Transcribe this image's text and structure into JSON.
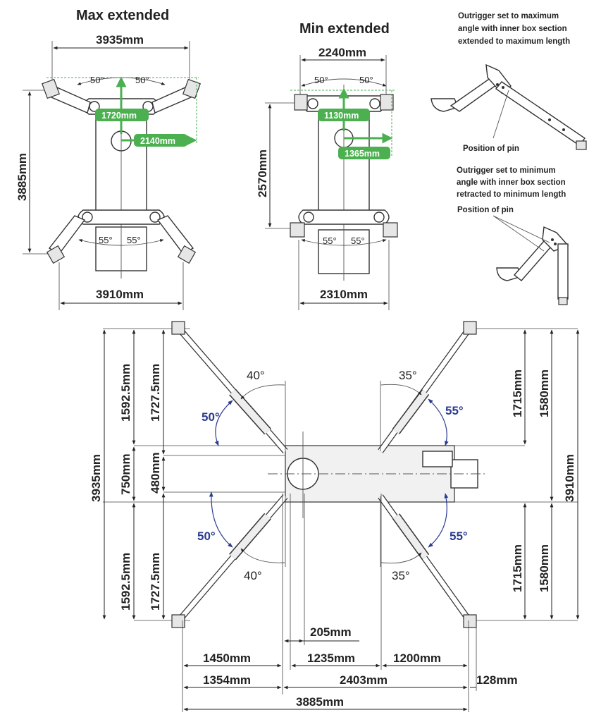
{
  "views": {
    "max_extended": {
      "title": "Max extended",
      "width_top": "3935mm",
      "width_bottom": "3910mm",
      "height": "3885mm",
      "angle_top_left": "50°",
      "angle_top_right": "50°",
      "angle_bottom_left": "55°",
      "angle_bottom_right": "55°",
      "badge_vertical": "1720mm",
      "badge_horizontal": "2140mm"
    },
    "min_extended": {
      "title": "Min extended",
      "width_top": "2240mm",
      "width_bottom": "2310mm",
      "height": "2570mm",
      "angle_top_left": "50°",
      "angle_top_right": "50°",
      "angle_bottom_left": "55°",
      "angle_bottom_right": "55°",
      "badge_vertical": "1130mm",
      "badge_horizontal": "1365mm"
    }
  },
  "notes": {
    "max_outrigger_line1": "Outrigger set to maximum",
    "max_outrigger_line2": "angle with inner box section",
    "max_outrigger_line3": "extended to maximum length",
    "max_pin_label": "Position of pin",
    "min_outrigger_line1": "Outrigger set to minimum",
    "min_outrigger_line2": "angle with inner box section",
    "min_outrigger_line3": "retracted to minimum length",
    "min_pin_label": "Position of pin"
  },
  "plan": {
    "left_heights": [
      "1592.5mm",
      "1727.5mm",
      "750mm",
      "480mm",
      "1592.5mm",
      "1727.5mm"
    ],
    "left_total": "3935mm",
    "right_heights": [
      "1715mm",
      "1580mm",
      "1715mm",
      "1580mm"
    ],
    "right_total": "3910mm",
    "angle_top_left": "40°",
    "angle_top_left_blue": "50°",
    "angle_bottom_left": "40°",
    "angle_bottom_left_blue": "50°",
    "angle_top_right": "35°",
    "angle_top_right_blue": "55°",
    "angle_bottom_right": "35°",
    "angle_bottom_right_blue": "55°",
    "offset_205": "205mm",
    "row1": [
      "1450mm",
      "1235mm",
      "1200mm"
    ],
    "row2": [
      "1354mm",
      "2403mm",
      "128mm"
    ],
    "total": "3885mm"
  },
  "colors": {
    "accent_green": "#4caf50",
    "angle_blue": "#2b3b8f"
  }
}
